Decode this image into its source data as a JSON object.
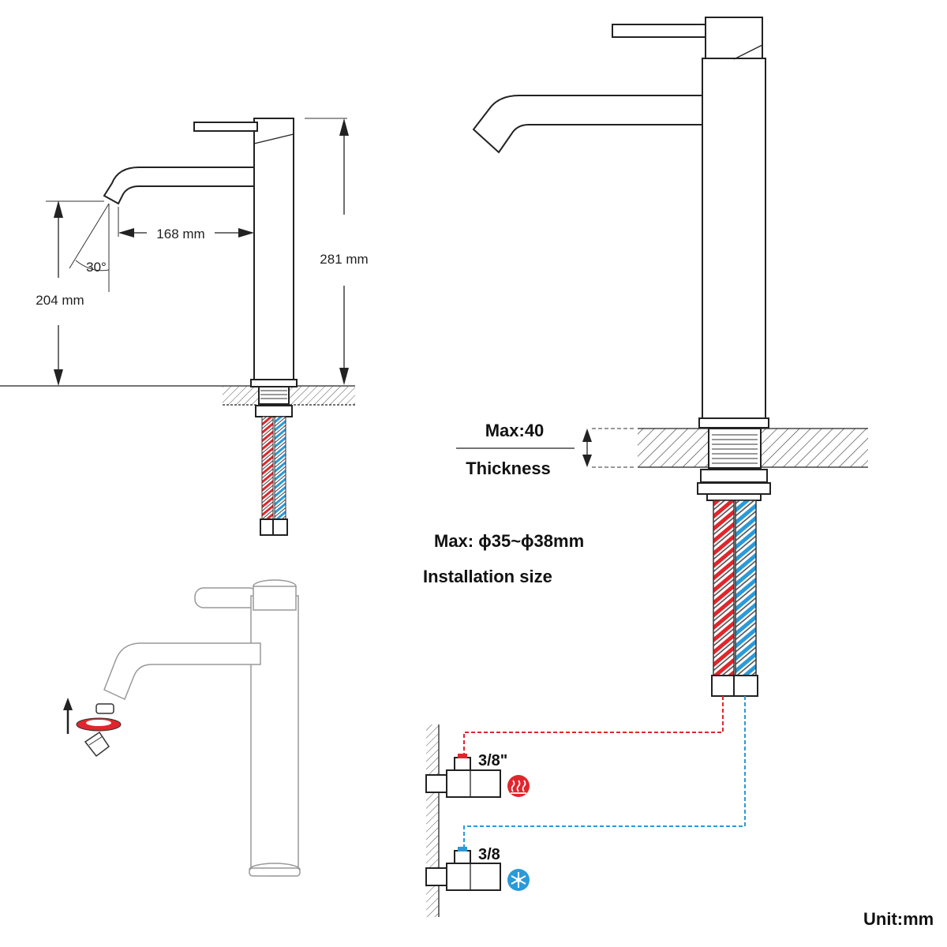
{
  "dimensions": {
    "spout_reach": "168 mm",
    "total_height": "281 mm",
    "spout_height": "204 mm",
    "spout_angle": "30°"
  },
  "installation": {
    "max_thickness": "Max:40",
    "thickness_label": "Thickness",
    "hole_size": "Max: ϕ35~ϕ38mm",
    "hole_label": "Installation size"
  },
  "connections": {
    "hot_size": "3/8\"",
    "cold_size": "3/8",
    "hot_color": "#e0262c",
    "cold_color": "#2a9ad8"
  },
  "unit": "Unit:mm",
  "icons": [
    "heat-icon",
    "snowflake-icon",
    "up-arrow-icon"
  ]
}
